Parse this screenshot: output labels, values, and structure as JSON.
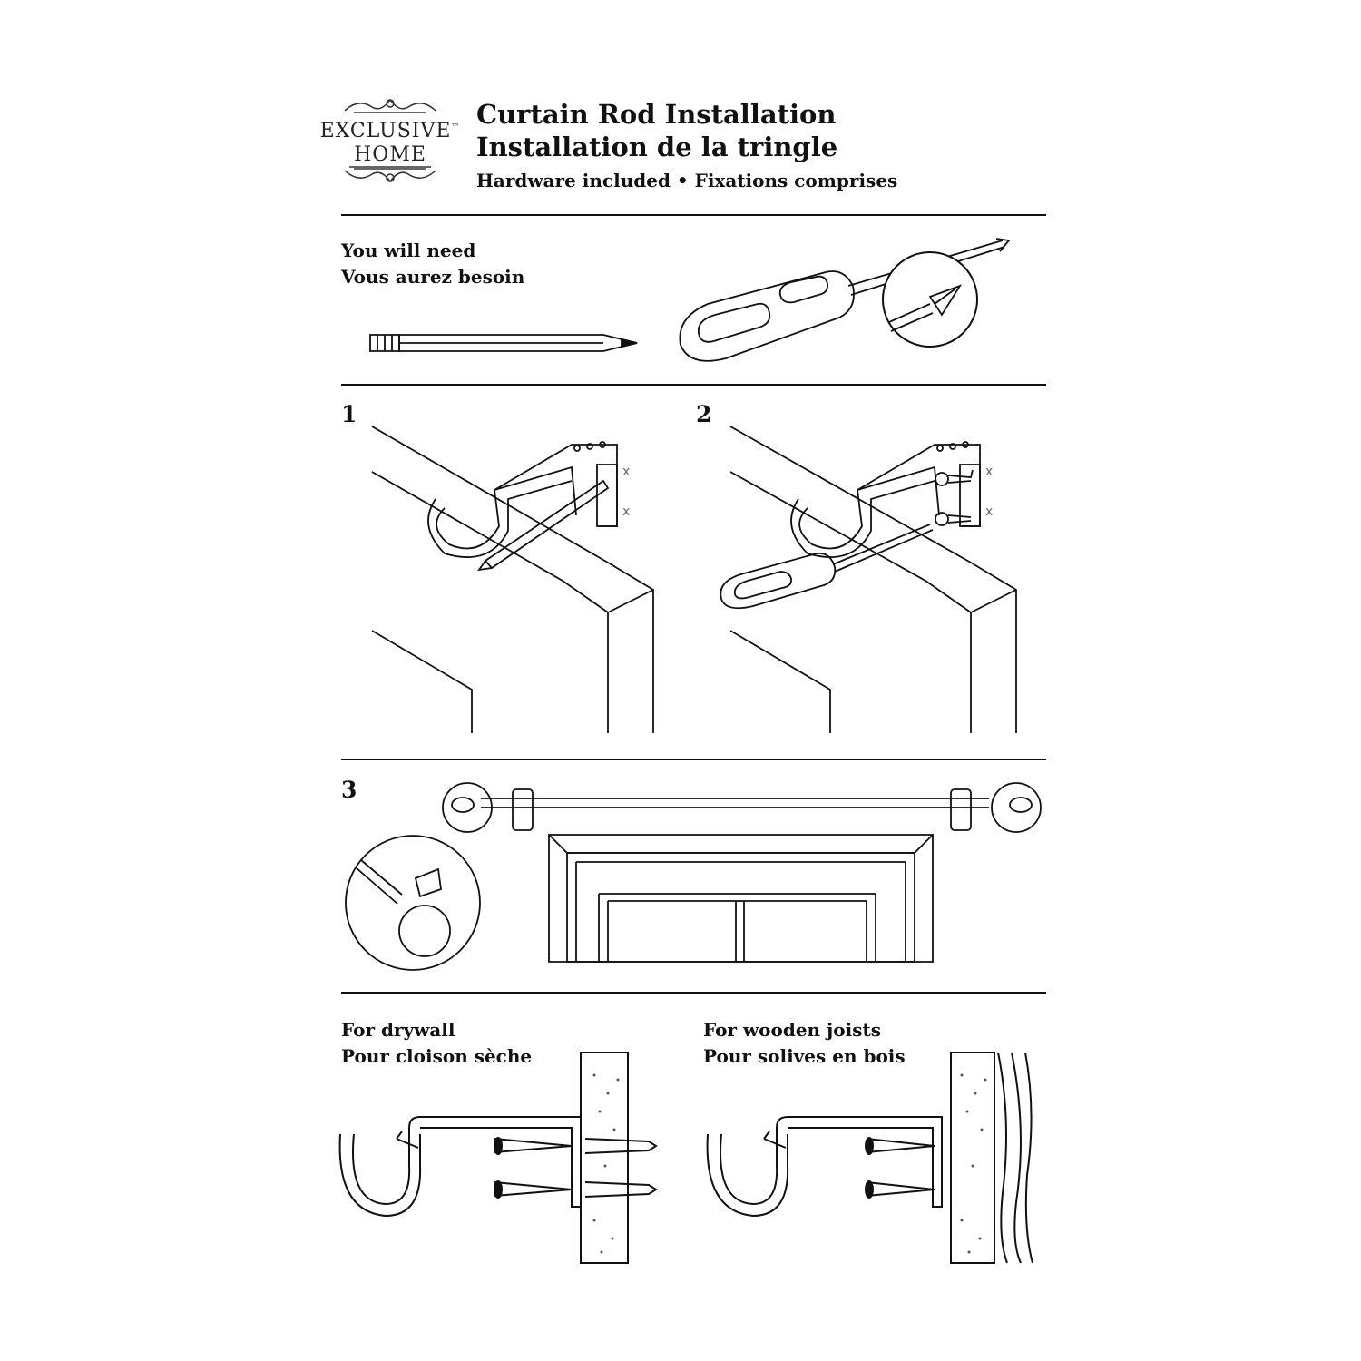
{
  "brand": {
    "line1": "EXCLUSIVE",
    "line2": "HOME",
    "tm": "™"
  },
  "header": {
    "title_en": "Curtain Rod Installation",
    "title_fr": "Installation de la tringle",
    "subtitle": "Hardware included • Fixations comprises"
  },
  "tools": {
    "heading_en": "You will need",
    "heading_fr": "Vous aurez besoin",
    "icons": [
      "pencil-icon",
      "screwdriver-icon",
      "phillips-tip-detail-icon"
    ]
  },
  "steps": {
    "step1": "1",
    "step2": "2",
    "step3": "3",
    "mark": "x"
  },
  "mounting": {
    "drywall_en": "For drywall",
    "drywall_fr": "Pour cloison sèche",
    "wood_en": "For wooden joists",
    "wood_fr": "Pour solives en bois"
  },
  "colors": {
    "ink": "#111111",
    "background": "#ffffff"
  }
}
